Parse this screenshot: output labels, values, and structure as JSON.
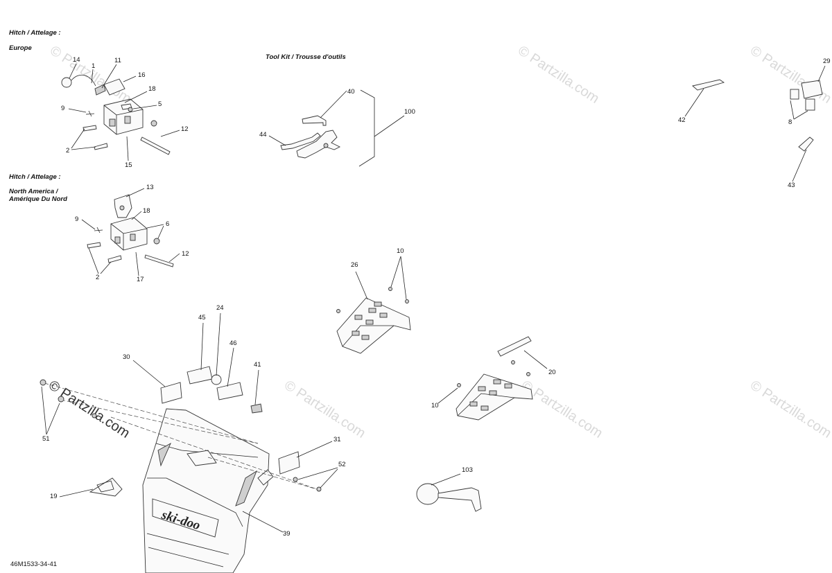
{
  "diagram_id": "46M1533-34-41",
  "headers": {
    "hitch_europe_title": "Hitch / Attelage :",
    "hitch_europe_region": "Europe",
    "hitch_na_title": "Hitch / Attelage :",
    "hitch_na_region_line1": "North America /",
    "hitch_na_region_line2": "Amérique Du Nord",
    "tool_kit": "Tool Kit / Trousse d'outils"
  },
  "watermark": {
    "text": "© Partzilla.com"
  },
  "callouts": {
    "c14": "14",
    "c1": "1",
    "c11": "11",
    "c16": "16",
    "c18a": "18",
    "c9a": "9",
    "c5": "5",
    "c12a": "12",
    "c2a": "2",
    "c15": "15",
    "c13": "13",
    "c18b": "18",
    "c9b": "9",
    "c6": "6",
    "c12b": "12",
    "c2b": "2",
    "c17": "17",
    "c40": "40",
    "c100": "100",
    "c44": "44",
    "c42": "42",
    "c29": "29",
    "c8": "8",
    "c43": "43",
    "c10a": "10",
    "c26": "26",
    "c20": "20",
    "c10b": "10",
    "c24": "24",
    "c45": "45",
    "c46": "46",
    "c30": "30",
    "c41": "41",
    "c51": "51",
    "c31": "31",
    "c52": "52",
    "c19": "19",
    "c39": "39",
    "c103": "103"
  },
  "logo_text": "ski-doo"
}
